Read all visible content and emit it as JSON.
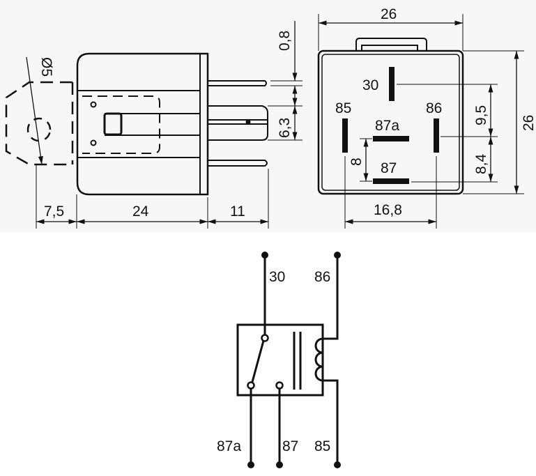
{
  "side_view": {
    "dims": {
      "diameter": "Ø5",
      "pin_thickness": "0,8",
      "pin_width": "6,3",
      "bracket_len": "7,5",
      "body_len": "24",
      "pin_len": "11"
    }
  },
  "end_view": {
    "dims": {
      "width": "26",
      "height": "26",
      "pin30_to_87a": "9,5",
      "pin87a_to_87": "8,4",
      "pin85_to_86": "16,8",
      "pin87a_87_spacing": "8"
    },
    "pins": {
      "p30": "30",
      "p85": "85",
      "p86": "86",
      "p87a": "87a",
      "p87": "87"
    }
  },
  "schematic": {
    "terminals": {
      "t30": "30",
      "t86": "86",
      "t87a": "87a",
      "t87": "87",
      "t85": "85"
    }
  },
  "colors": {
    "ink": "#111111",
    "top_background": "#f7f7f7",
    "background": "#ffffff"
  }
}
